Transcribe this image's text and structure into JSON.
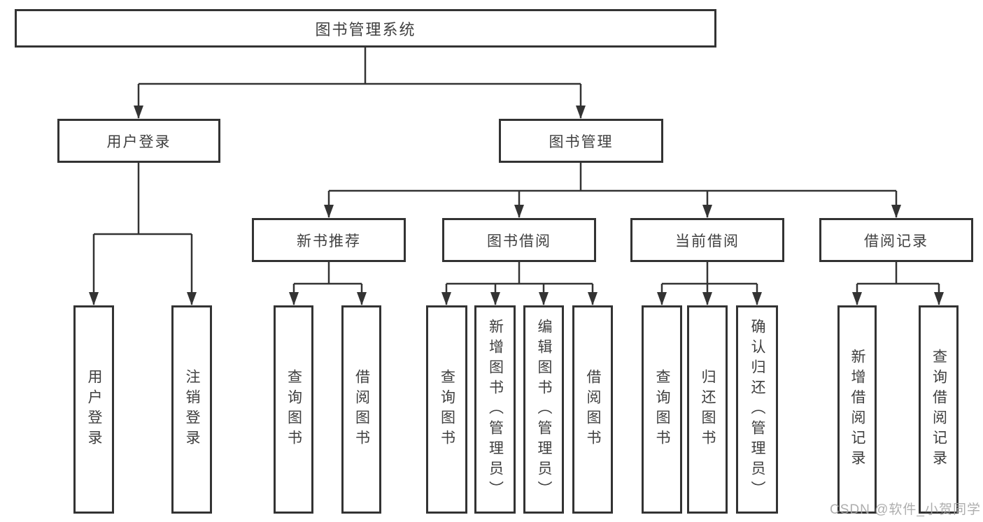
{
  "diagram": {
    "type": "hierarchy",
    "nodes": {
      "root": "图书管理系统",
      "user_login": "用户登录",
      "book_mgmt": "图书管理",
      "new_books": "新书推荐",
      "book_borrow": "图书借阅",
      "current_borrow": "当前借阅",
      "borrow_records": "借阅记录",
      "leaf_user_login": "用户登录",
      "leaf_logout": "注销登录",
      "leaf_nb_query": "查询图书",
      "leaf_nb_borrow": "借阅图书",
      "leaf_bb_query": "查询图书",
      "leaf_bb_add": "新增图书（管理员）",
      "leaf_bb_edit": "编辑图书（管理员）",
      "leaf_bb_borrow": "借阅图书",
      "leaf_cb_query": "查询图书",
      "leaf_cb_return": "归还图书",
      "leaf_cb_confirm": "确认归还（管理员）",
      "leaf_br_add": "新增借阅记录",
      "leaf_br_query": "查询借阅记录"
    },
    "edges": [
      [
        "图书管理系统",
        "用户登录"
      ],
      [
        "图书管理系统",
        "图书管理"
      ],
      [
        "用户登录",
        "用户登录"
      ],
      [
        "用户登录",
        "注销登录"
      ],
      [
        "图书管理",
        "新书推荐"
      ],
      [
        "图书管理",
        "图书借阅"
      ],
      [
        "图书管理",
        "当前借阅"
      ],
      [
        "图书管理",
        "借阅记录"
      ],
      [
        "新书推荐",
        "查询图书"
      ],
      [
        "新书推荐",
        "借阅图书"
      ],
      [
        "图书借阅",
        "查询图书"
      ],
      [
        "图书借阅",
        "新增图书（管理员）"
      ],
      [
        "图书借阅",
        "编辑图书（管理员）"
      ],
      [
        "图书借阅",
        "借阅图书"
      ],
      [
        "当前借阅",
        "查询图书"
      ],
      [
        "当前借阅",
        "归还图书"
      ],
      [
        "当前借阅",
        "确认归还（管理员）"
      ],
      [
        "借阅记录",
        "新增借阅记录"
      ],
      [
        "借阅记录",
        "查询借阅记录"
      ]
    ]
  },
  "watermark": {
    "text": "CSDN @软件_小贺同学"
  },
  "colors": {
    "line": "#333333",
    "box_border": "#333333",
    "box_fill": "#ffffff",
    "text": "#3f3f3f",
    "watermark": "#a6a6a6",
    "background": "#ffffff"
  }
}
